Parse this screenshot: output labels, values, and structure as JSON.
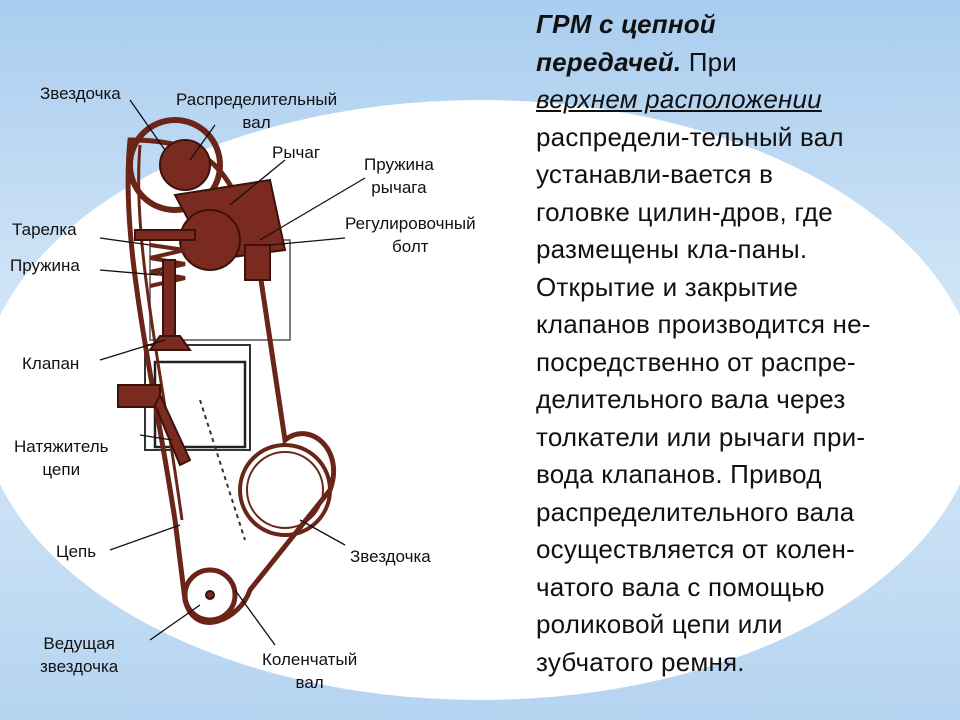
{
  "colors": {
    "background_blue": "#bcd9f3",
    "page_white": "#ffffff",
    "engine_part": "#7a2a1e",
    "engine_outline": "#3b120c",
    "label_text": "#111111"
  },
  "labels": {
    "sprocket_top": [
      "Звездочка"
    ],
    "camshaft": [
      "Распределительный",
      "вал"
    ],
    "lever": [
      "Рычаг"
    ],
    "lever_spring": [
      "Пружина",
      "рычага"
    ],
    "adjusting_bolt": [
      "Регулировочный",
      "болт"
    ],
    "plate": [
      "Тарелка"
    ],
    "spring": [
      "Пружина"
    ],
    "valve": [
      "Клапан"
    ],
    "chain_tensioner": [
      "Натяжитель",
      "цепи"
    ],
    "chain": [
      "Цепь"
    ],
    "sprocket_bottom": [
      "Звездочка"
    ],
    "drive_sprocket": [
      "Ведущая",
      "звездочка"
    ],
    "crankshaft": [
      "Коленчатый",
      "вал"
    ]
  },
  "text_panel": {
    "heading_line1": "ГРМ с цепной",
    "heading_line2_bold": "передачей.",
    "heading_line2_rest": " При",
    "underlined": "верхнем расположении",
    "body_lines": [
      "распредели-тельный вал",
      "устанавли-вается в",
      "головке цилин-дров, где",
      "размещены кла-паны.",
      "Открытие и закрытие",
      "клапанов производится не-",
      "посредственно от распре-",
      "делительного вала через",
      "толкатели или рычаги при-",
      "вода клапанов. Привод",
      "распределительного вала",
      "осуществляется от колен-",
      "чатого вала с помощью",
      "роликовой цепи или",
      "зубчатого ремня."
    ]
  }
}
